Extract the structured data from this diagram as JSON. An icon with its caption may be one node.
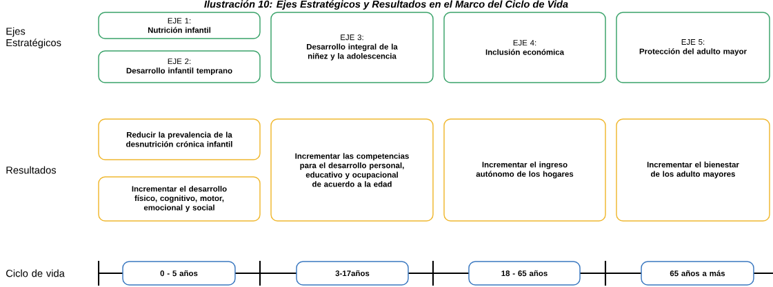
{
  "diagram": {
    "title": "Ilustración 10: Ejes Estratégicos y Resultados en el Marco del Ciclo de Vida",
    "nodes": [
      {
        "text": [
          "EJE 1:",
          "Nutrición infantil"
        ]
      },
      {
        "text": [
          "EJE 2:",
          "Desarrollo infantil temprano"
        ]
      },
      {
        "text": [
          "EJE 3:",
          "Desarrollo integral de la niñez y la adolescencia"
        ]
      },
      {
        "text": [
          "EJE 4:",
          "Inclusión económica"
        ]
      },
      {
        "text": [
          "EJE 5:",
          "Protección del adulto mayor"
        ]
      },
      {
        "text": [
          "Reducir la prevalencia de la desnutrición crónica infantil"
        ]
      },
      {
        "text": [
          "Incrementar el desarrollo físico, cognitivo, motor, emocional y social"
        ]
      },
      {
        "text": [
          "Incrementar las competencias para el desarrollo personal, educativo y ocupacional de acuerdo a la edad"
        ]
      },
      {
        "text": [
          "Incrementar el ingreso autónomo de los hogares"
        ]
      },
      {
        "text": [
          "Incrementar el bienestar de los adulto mayores"
        ]
      },
      {
        "text": [
          "0 - 5 años"
        ]
      },
      {
        "text": [
          "3-17años"
        ]
      },
      {
        "text": [
          "18 - 65 años"
        ]
      },
      {
        "text": [
          "65 años a más"
        ]
      }
    ],
    "labels": [
      "Ejes Estratégicos",
      "Resultados",
      "Ciclo de vida"
    ]
  }
}
